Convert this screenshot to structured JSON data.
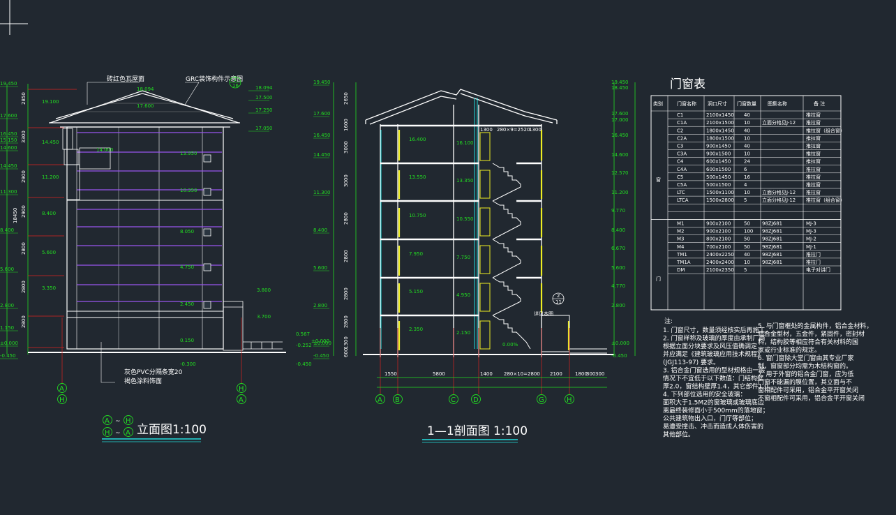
{
  "elevation": {
    "title": "立面图1:100",
    "axis_from_top": "A",
    "axis_to_top": "H",
    "axis_from_bottom": "H",
    "axis_to_bottom": "A",
    "tilde": "~",
    "roof_note": "砖红色瓦屋面",
    "grc_note": "GRC装饰构件示意图",
    "grc_tag_top": "2",
    "grc_tag_bottom": "16",
    "base_note_1": "灰色PVC分隔条宽20",
    "base_note_2": "褐色涂料饰面",
    "left_levels": [
      "19.450",
      "17.600",
      "16.450",
      "15.150",
      "14.600",
      "14.450",
      "11.300",
      "8.400",
      "5.600",
      "2.800",
      "1.150",
      "±0.000",
      "-0.450"
    ],
    "left_dims": [
      "2850",
      "3300",
      "2900",
      "2900",
      "2800",
      "2800",
      "2800",
      "18450"
    ],
    "right_levels": [
      "18.094",
      "17.500",
      "17.250",
      "17.050"
    ],
    "mid_levels": [
      "19.100",
      "18.094",
      "17.600",
      "14.450",
      "14.000",
      "13.950",
      "11.200",
      "10.350",
      "8.400",
      "8.050",
      "5.600",
      "4.750",
      "3.350",
      "2.450",
      "0.150",
      "3.800",
      "3.700",
      "0.567",
      "-0.252",
      "±0.000",
      "-0.300",
      "-0.450"
    ],
    "axis_bottom_left_1": "A",
    "axis_bottom_left_2": "H",
    "axis_bottom_right_1": "H",
    "axis_bottom_right_2": "A"
  },
  "section": {
    "title": "1—1剖面图 1:100",
    "levels_left": [
      "19.450",
      "17.600",
      "16.450",
      "14.450",
      "11.300",
      "8.400",
      "5.600",
      "2.800",
      "±0.000",
      "-0.450"
    ],
    "levels_floor": [
      "16.400",
      "13.550",
      "10.750",
      "7.950",
      "5.150",
      "2.350"
    ],
    "levels_stair": [
      "16.100",
      "13.350",
      "10.550",
      "7.750",
      "4.950",
      "2.150"
    ],
    "dims_left": [
      "2650",
      "1600",
      "3000",
      "3000",
      "2800",
      "2800",
      "2800",
      "2800",
      "1300",
      "600"
    ],
    "dims_bottom": [
      "1550",
      "5800",
      "1400",
      "280×10=2800",
      "2100",
      "1800",
      "300",
      "300"
    ],
    "stair_dims_top": [
      "1300",
      "280×9=2520",
      "1300"
    ],
    "stair_note": "详见本图",
    "stair_tag_top": "2",
    "stair_tag_bottom": "11",
    "floor_note": "0.00%",
    "axes": [
      "A",
      "B",
      "C",
      "D",
      "G",
      "H"
    ],
    "levels_right": [
      "19.450",
      "18.450",
      "17.600",
      "17.000",
      "16.450",
      "14.600",
      "12.570",
      "11.200",
      "9.770",
      "8.400",
      "6.670",
      "5.600",
      "4.770",
      "2.800",
      "±0.000",
      "-0.450"
    ]
  },
  "table": {
    "title": "门窗表",
    "headers": [
      "类别",
      "门窗名称",
      "洞口尺寸",
      "门窗数量",
      "图集名称",
      "备 注"
    ],
    "cat_window": "窗",
    "cat_door": "门",
    "windows": [
      [
        "C1",
        "2100x1450",
        "40",
        "",
        "推拉窗"
      ],
      [
        "C1A",
        "2100x1500",
        "10",
        "立面分格见J-12",
        "推拉窗"
      ],
      [
        "C2",
        "1800x1450",
        "40",
        "",
        "推拉窗（组合窗）"
      ],
      [
        "C2A",
        "1800x1500",
        "10",
        "",
        "推拉窗"
      ],
      [
        "C3",
        "900x1450",
        "40",
        "",
        "推拉窗"
      ],
      [
        "C3A",
        "900x1500",
        "10",
        "",
        "推拉窗"
      ],
      [
        "C4",
        "600x1450",
        "24",
        "",
        "推拉窗"
      ],
      [
        "C4A",
        "600x1500",
        "6",
        "",
        "推拉窗"
      ],
      [
        "C5",
        "500x1450",
        "16",
        "",
        "推拉窗"
      ],
      [
        "C5A",
        "500x1500",
        "4",
        "",
        "推拉窗"
      ],
      [
        "LTC",
        "1500x1100",
        "10",
        "立面分格见J-12",
        "推拉窗"
      ],
      [
        "LTCA",
        "1500x2800",
        "5",
        "立面分格见J-12",
        "推拉窗（组合窗）"
      ]
    ],
    "doors": [
      [
        "M1",
        "900x2100",
        "50",
        "98ZJ681",
        "MJ-3"
      ],
      [
        "M2",
        "900x2100",
        "100",
        "98ZJ681",
        "MJ-3"
      ],
      [
        "M3",
        "800x2100",
        "50",
        "98ZJ681",
        "MJ-2"
      ],
      [
        "M4",
        "700x2100",
        "50",
        "98ZJ681",
        "MJ-1"
      ],
      [
        "TM1",
        "2400x2250",
        "40",
        "98ZJ681",
        "推拉门"
      ],
      [
        "TM1A",
        "2400x2400",
        "10",
        "98ZJ681",
        "推拉门"
      ],
      [
        "DM",
        "2100x2350",
        "5",
        "",
        "电子对讲门"
      ]
    ]
  },
  "notes": {
    "label": "注:",
    "left": [
      "1. 门窗尺寸，数量须经核实后再施工。",
      "2. 门窗样称及玻璃的厚度由承制厂商",
      "    根据立面分块要求及风压值确调定",
      "    并应满足《建筑玻璃应用技术规程》",
      "    (JGJ113-97) 要求。",
      "3. 铝合金门窗选用的型材规格由一般",
      "    情况下不宜低于以下数值：门结构壁",
      "    厚2.0，窗结构壁厚1.4，其它部件1.0。",
      "4. 下列部位选用的安全玻璃：",
      "    面积大于1.5M2的窗玻璃或玻璃底边",
      "    离最终装修面小于500mm的落地窗；",
      "    公共建筑物出入口，门厅等部位；",
      "    易遭受撞击、冲击而造成人体伤害的",
      "    其他部位。"
    ],
    "right": [
      "5. 与门窗框处的金属构件，铝合金材料，",
      "    铝合金型材，五金件，紧固件，密封材",
      "    料，结构胶等相应符合有关材料的国",
      "    家或行业标准的规定。",
      "6. 窗门窗除大堂门窗由其专业厂家",
      "    制，窗窗部分均需为木结构窗的。",
      "7. 用于外窗的铝合金门窗，应为低",
      "    门窗不能漏的膜位置，其立面与不",
      "    窗相配件可采用，铝合金平开窗关闭",
      "    不窗相配件可采用，铝合金平开窗关闭"
    ]
  }
}
